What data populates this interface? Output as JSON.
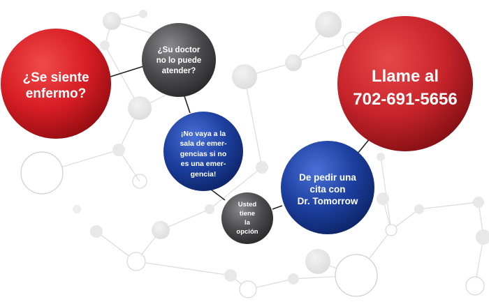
{
  "bubbles": {
    "sick": {
      "lines": [
        "¿Se siente",
        "enfermo?"
      ],
      "color": "#d71d24"
    },
    "doctor": {
      "lines": [
        "¿Su doctor",
        "no lo puede",
        "atender?"
      ],
      "color": "#4b4b4d"
    },
    "er": {
      "lines": [
        "¡No vaya a la",
        "sala de emer-",
        "gencias si no",
        "es una emer-",
        "gencia!"
      ],
      "color": "#1c3f9e"
    },
    "option": {
      "lines": [
        "Usted",
        "tiene",
        "la",
        "opción"
      ],
      "color": "#4b4b4d"
    },
    "appt": {
      "lines": [
        "De pedir una",
        "cita con",
        "Dr. Tomorrow"
      ],
      "color": "#1c3f9e"
    },
    "call": {
      "lines": [
        "Llame al",
        "702-691-5656"
      ],
      "color": "#c8242b"
    }
  },
  "colors": {
    "connector": "#222222",
    "background_node": "#e6e6e6",
    "background_line": "#dcdcdc"
  }
}
